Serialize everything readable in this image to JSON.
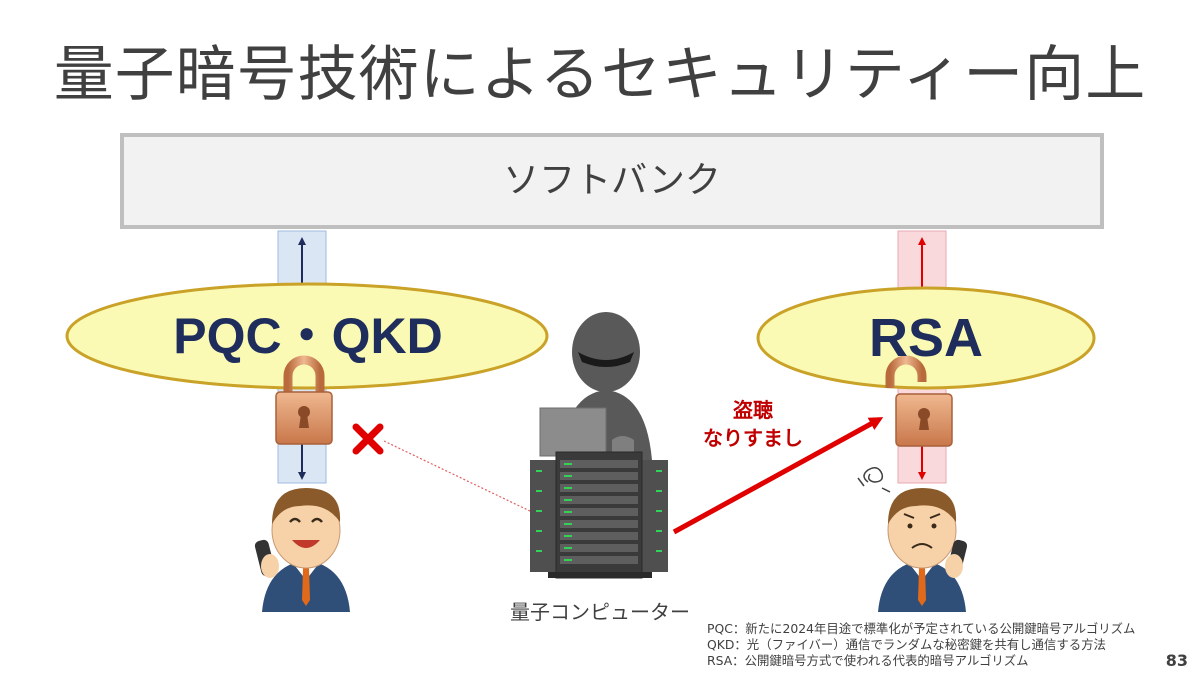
{
  "title": "量子暗号技術によるセキュリティー向上",
  "top_box": {
    "label": "ソフトバンク"
  },
  "left_side": {
    "label": "PQC・QKD"
  },
  "right_side": {
    "label": "RSA"
  },
  "attack": {
    "line1": "盗聴",
    "line2": "なりすまし"
  },
  "quantum_computer": {
    "label": "量子コンピューター"
  },
  "footnotes": [
    "PQC：新たに2024年目途で標準化が予定されている公開鍵暗号アルゴリズム",
    "QKD：光（ファイバー）通信でランダムな秘密鍵を共有し通信する方法",
    "RSA：公開鍵暗号方式で使われる代表的暗号アルゴリズム"
  ],
  "page_number": "83",
  "icons": {
    "left_lock": "closed-padlock-icon",
    "right_lock": "open-padlock-icon",
    "blocked": "red-x-icon",
    "hacker": "hacker-silhouette-icon",
    "server": "server-rack-icon"
  },
  "colors": {
    "ellipse_fill": "#fafab4",
    "ellipse_border": "#c9a227",
    "secure_channel": "#dae6f3",
    "insecure_channel": "#f9d9dc",
    "attack_red": "#e00000",
    "label_navy": "#1f2d5c"
  }
}
